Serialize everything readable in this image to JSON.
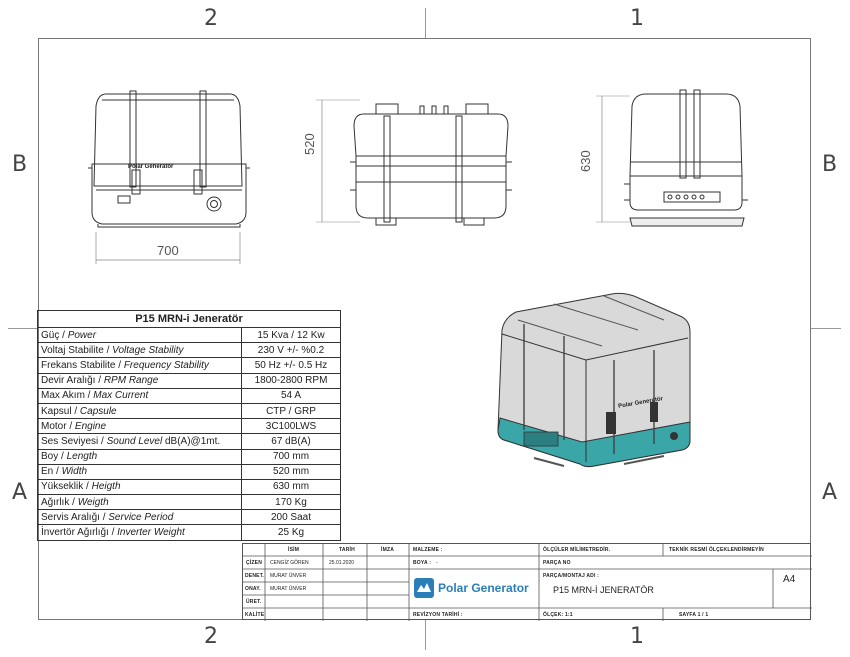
{
  "zones": {
    "top_left": "2",
    "top_right": "1",
    "bottom_left": "2",
    "bottom_right": "1",
    "left_upper": "B",
    "left_lower": "A",
    "right_upper": "B",
    "right_lower": "A"
  },
  "dimensions": {
    "width": "700",
    "depth": "520",
    "height": "630"
  },
  "views": {
    "front_brand": "Polar Generator",
    "iso_brand": "Polar Generatör"
  },
  "spec": {
    "title": "P15 MRN-i Jeneratör",
    "rows": [
      {
        "tr": "Güç",
        "en": "Power",
        "extra": "",
        "value": "15 Kva / 12 Kw"
      },
      {
        "tr": "Voltaj Stabilite",
        "en": "Voltage Stability",
        "extra": "",
        "value": "230 V +/- %0.2"
      },
      {
        "tr": "Frekans Stabilite",
        "en": "Frequency Stability",
        "extra": "",
        "value": "50 Hz +/- 0.5 Hz"
      },
      {
        "tr": "Devir Aralığı",
        "en": "RPM Range",
        "extra": "",
        "value": "1800-2800 RPM"
      },
      {
        "tr": "Max Akım",
        "en": "Max Current",
        "extra": "",
        "value": "54 A"
      },
      {
        "tr": "Kapsul",
        "en": "Capsule",
        "extra": "",
        "value": "CTP / GRP"
      },
      {
        "tr": "Motor",
        "en": "Engine",
        "extra": "",
        "value": "3C100LWS"
      },
      {
        "tr": "Ses Seviyesi",
        "en": "Sound Level",
        "extra": " dB(A)@1mt.",
        "value": "67 dB(A)"
      },
      {
        "tr": "Boy",
        "en": "Length",
        "extra": "",
        "value": "700 mm"
      },
      {
        "tr": "En",
        "en": "Width",
        "extra": "",
        "value": "520 mm"
      },
      {
        "tr": "Yükseklik",
        "en": "Heigth",
        "extra": "",
        "value": "630 mm"
      },
      {
        "tr": "Ağırlık",
        "en": "Weigth",
        "extra": "",
        "value": "170 Kg"
      },
      {
        "tr": "Servis Aralığı",
        "en": "Service Period",
        "extra": "",
        "value": "200 Saat"
      },
      {
        "tr": "İnvertör Ağırlığı",
        "en": "Inverter Weight",
        "extra": "",
        "value": "25 Kg"
      }
    ]
  },
  "title_block": {
    "h_isim": "İSİM",
    "h_tarih": "TARİH",
    "h_imza": "İMZA",
    "r_cizen": "ÇİZEN",
    "r_denet": "DENET.",
    "r_onay": "ONAY.",
    "r_uret": "ÜRET.",
    "r_kalite": "KALİTE",
    "cizen_name": "CENGİZ GÖREN",
    "cizen_date": "25.01.2020",
    "denet_name": "MURAT ÜNVER",
    "onay_name": "MURAT ÜNVER",
    "malzeme": "MALZEME :",
    "boya": "BOYA :",
    "boya_val": "-",
    "olculer": "ÖLÇÜLER MİLİMETREDİR.",
    "parca_no": "PARÇA NO",
    "parca_adi": "PARÇA/MONTAJ ADI :",
    "parca_adi_val": "P15 MRN-İ JENERATÖR",
    "teknik": "TEKNİK RESMİ ÖLÇEKLENDİRMEYİN",
    "revizyon": "REVİZYON TARİHİ :",
    "olcek": "ÖLÇEK: 1:1",
    "sayfa": "SAYFA 1 / 1",
    "size": "A4",
    "logo_text": "Polar Generator"
  },
  "colors": {
    "teal": "#3aa6a8",
    "line": "#333333",
    "hatch": "#cccccc"
  }
}
